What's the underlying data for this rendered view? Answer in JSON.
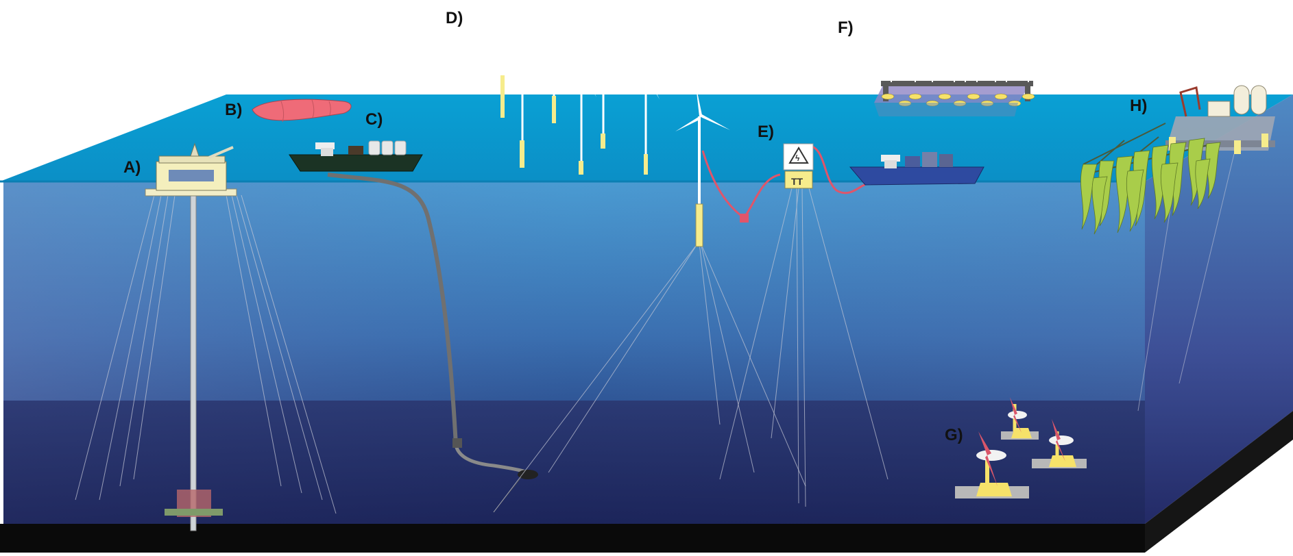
{
  "labels": {
    "a": "A)",
    "b": "B)",
    "c": "C)",
    "d": "D)",
    "e": "E)",
    "f": "F)",
    "g": "G)",
    "h": "H)"
  },
  "colors": {
    "surface": "#0e9bd0",
    "water_top": "#3f8fc8",
    "water_bottom": "#1d2c6b",
    "seabed": "#26305e",
    "base": "#0a0a0a",
    "side": "#4f79b8",
    "cable_red": "#e0556a",
    "balloon": "#ef6b78",
    "tower_yellow": "#f6ec8c",
    "label": "#111111"
  }
}
